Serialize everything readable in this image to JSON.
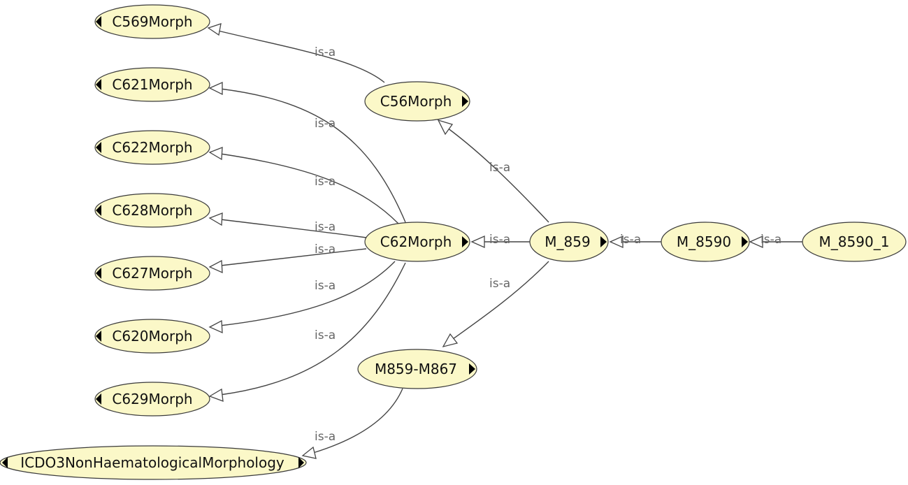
{
  "graph": {
    "colors": {
      "node_fill": "#fbf8c8",
      "node_stroke": "#3a3a3a",
      "edge": "#444444",
      "edge_label": "#666666"
    },
    "nodes": [
      {
        "id": "n-c569",
        "label": "C569Morph",
        "expander": "left"
      },
      {
        "id": "n-c621",
        "label": "C621Morph",
        "expander": "left"
      },
      {
        "id": "n-c622",
        "label": "C622Morph",
        "expander": "left"
      },
      {
        "id": "n-c628",
        "label": "C628Morph",
        "expander": "left"
      },
      {
        "id": "n-c627",
        "label": "C627Morph",
        "expander": "left"
      },
      {
        "id": "n-c620",
        "label": "C620Morph",
        "expander": "left"
      },
      {
        "id": "n-c629",
        "label": "C629Morph",
        "expander": "left"
      },
      {
        "id": "n-icdo3",
        "label": "ICDO3NonHaematologicalMorphology",
        "expander": "both"
      },
      {
        "id": "n-c56",
        "label": "C56Morph",
        "expander": "right"
      },
      {
        "id": "n-c62",
        "label": "C62Morph",
        "expander": "right"
      },
      {
        "id": "n-m859-m867",
        "label": "M859-M867",
        "expander": "right"
      },
      {
        "id": "n-m859",
        "label": "M_859",
        "expander": "right"
      },
      {
        "id": "n-m8590",
        "label": "M_8590",
        "expander": "right"
      },
      {
        "id": "n-m8590-1",
        "label": "M_8590_1",
        "expander": "none"
      }
    ],
    "edges": [
      {
        "id": "e-c56-c569",
        "from": "n-c56",
        "to": "n-c569",
        "label": "is-a"
      },
      {
        "id": "e-c62-c621",
        "from": "n-c62",
        "to": "n-c621",
        "label": "is-a"
      },
      {
        "id": "e-c62-c622",
        "from": "n-c62",
        "to": "n-c622",
        "label": "is-a"
      },
      {
        "id": "e-c62-c628",
        "from": "n-c62",
        "to": "n-c628",
        "label": "is-a"
      },
      {
        "id": "e-c62-c627",
        "from": "n-c62",
        "to": "n-c627",
        "label": "is-a"
      },
      {
        "id": "e-c62-c620",
        "from": "n-c62",
        "to": "n-c620",
        "label": "is-a"
      },
      {
        "id": "e-c62-c629",
        "from": "n-c62",
        "to": "n-c629",
        "label": "is-a"
      },
      {
        "id": "e-m859-c56",
        "from": "n-m859",
        "to": "n-c56",
        "label": "is-a"
      },
      {
        "id": "e-m859-c62",
        "from": "n-m859",
        "to": "n-c62",
        "label": "is-a"
      },
      {
        "id": "e-m859-m859m867",
        "from": "n-m859",
        "to": "n-m859-m867",
        "label": "is-a"
      },
      {
        "id": "e-m859m867-icdo3",
        "from": "n-m859-m867",
        "to": "n-icdo3",
        "label": "is-a"
      },
      {
        "id": "e-m8590-m859",
        "from": "n-m8590",
        "to": "n-m859",
        "label": "is-a"
      },
      {
        "id": "e-m85901-m8590",
        "from": "n-m8590-1",
        "to": "n-m8590",
        "label": "is-a"
      }
    ]
  }
}
